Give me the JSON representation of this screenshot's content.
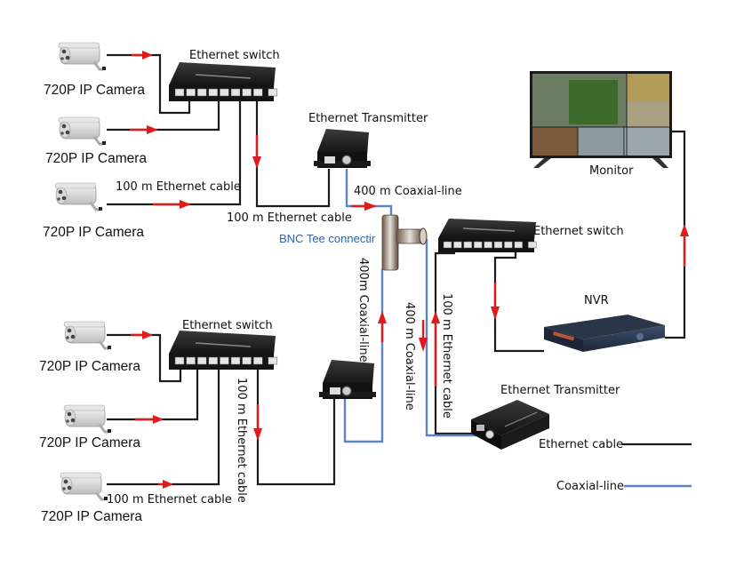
{
  "title": "IP camera Ethernet over coaxial extender network diagram",
  "devices": {
    "cameras": [
      {
        "label": "720P IP Camera"
      },
      {
        "label": "720P IP Camera"
      },
      {
        "label": "720P IP Camera"
      },
      {
        "label": "720P IP Camera"
      },
      {
        "label": "720P IP Camera"
      },
      {
        "label": "720P IP Camera"
      }
    ],
    "switch_top": {
      "label": "Ethernet switch"
    },
    "switch_bottom": {
      "label": "Ethernet switch"
    },
    "switch_right": {
      "label": "Ethernet switch"
    },
    "transmitter_top": {
      "label": "Ethernet Transmitter"
    },
    "transmitter_right": {
      "label": "Ethernet Transmitter"
    },
    "bnc_tee": {
      "label": "BNC Tee connectir"
    },
    "monitor": {
      "label": "Monitor"
    },
    "nvr": {
      "label": "NVR"
    }
  },
  "cable_labels": {
    "top_cam_cable": "100 m Ethernet cable",
    "top_switch_to_tx": "100 m Ethernet cable",
    "top_coax": "400 m Coaxial-line",
    "left_vertical_coax": "400m Coaxial-line",
    "middle_vertical_coax": "400 m Coaxial-line",
    "right_vertical_ethernet": "100 m Ethernet cable",
    "bottom_switch_vertical": "100 m Ethernet cable",
    "bottom_cam_cable": "100 m Ethernet cable"
  },
  "legend": [
    {
      "label": "Ethernet cable",
      "color": "#1a1a1a"
    },
    {
      "label": "Coaxial-line",
      "color": "#5b86c6"
    }
  ],
  "colors": {
    "ethernet": "#1a1a1a",
    "coax": "#5b86c6",
    "arrow": "#e01b1b",
    "bnc_label": "#2f63b0"
  }
}
